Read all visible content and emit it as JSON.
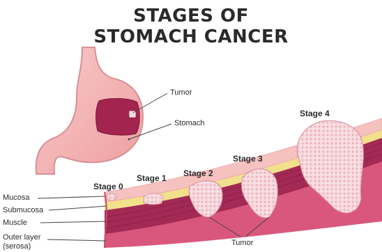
{
  "title": {
    "line1": "STAGES OF",
    "line2": "STOMACH CANCER"
  },
  "stomach_labels": {
    "tumor": "Tumor",
    "stomach": "Stomach"
  },
  "stages": [
    {
      "label": "Stage 0"
    },
    {
      "label": "Stage 1"
    },
    {
      "label": "Stage 2"
    },
    {
      "label": "Stage 3"
    },
    {
      "label": "Stage 4"
    }
  ],
  "layers": [
    {
      "label": "Mucosa"
    },
    {
      "label": "Submucosa"
    },
    {
      "label": "Muscle"
    },
    {
      "label": "Outer layer",
      "sub": "(serosa)"
    }
  ],
  "bottom_tumor_label": "Tumor",
  "colors": {
    "stomach_outer": "#f3b5b5",
    "stomach_inner": "#a3244f",
    "mucosa": "#f6c2c0",
    "submucosa": "#f2e08c",
    "muscle": "#a32a55",
    "serosa": "#d9577d",
    "tumor": "#f7d7dc"
  }
}
